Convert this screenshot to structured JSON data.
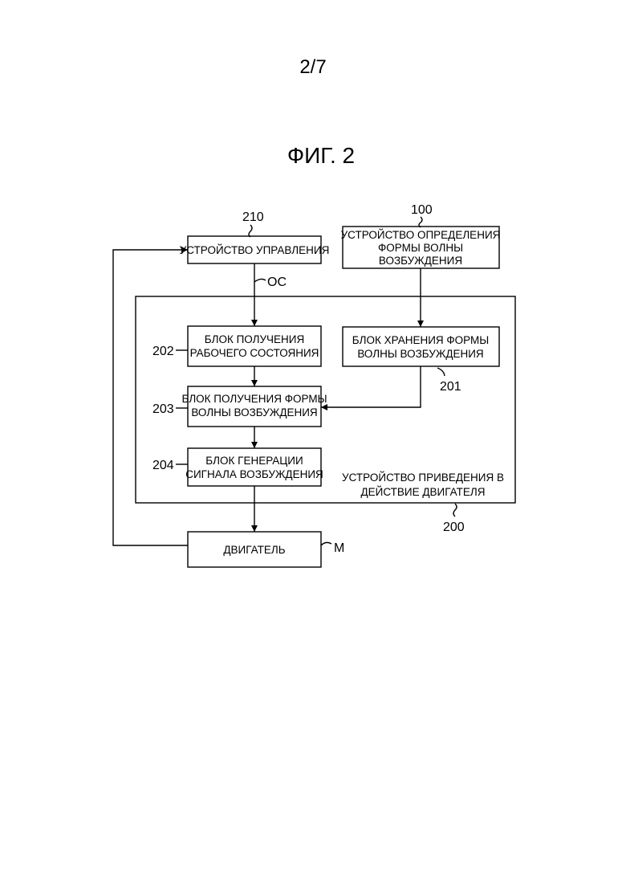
{
  "header": {
    "page_number": "2/7",
    "figure_title": "ФИГ. 2"
  },
  "diagram": {
    "control_device": {
      "ref": "210",
      "label": "УСТРОЙСТВО УПРАВЛЕНИЯ"
    },
    "waveform_determination_device": {
      "ref": "100",
      "label_lines": [
        "УСТРОЙСТВО ОПРЕДЕЛЕНИЯ",
        "ФОРМЫ ВОЛНЫ",
        "ВОЗБУЖДЕНИЯ"
      ]
    },
    "operating_state_signal": {
      "ref": "OC"
    },
    "motor_drive_device": {
      "ref": "200",
      "label_lines": [
        "УСТРОЙСТВО ПРИВЕДЕНИЯ В",
        "ДЕЙСТВИЕ ДВИГАТЕЛЯ"
      ]
    },
    "operating_state_block": {
      "ref": "202",
      "label_lines": [
        "БЛОК ПОЛУЧЕНИЯ",
        "РАБОЧЕГО СОСТОЯНИЯ"
      ]
    },
    "waveform_storage_block": {
      "ref": "201",
      "label_lines": [
        "БЛОК ХРАНЕНИЯ ФОРМЫ",
        "ВОЛНЫ ВОЗБУЖДЕНИЯ"
      ]
    },
    "waveform_acquisition_block": {
      "ref": "203",
      "label_lines": [
        "БЛОК ПОЛУЧЕНИЯ ФОРМЫ",
        "ВОЛНЫ ВОЗБУЖДЕНИЯ"
      ]
    },
    "drive_signal_block": {
      "ref": "204",
      "label_lines": [
        "БЛОК ГЕНЕРАЦИИ",
        "СИГНАЛА ВОЗБУЖДЕНИЯ"
      ]
    },
    "motor": {
      "ref": "M",
      "label": "ДВИГАТЕЛЬ"
    }
  }
}
